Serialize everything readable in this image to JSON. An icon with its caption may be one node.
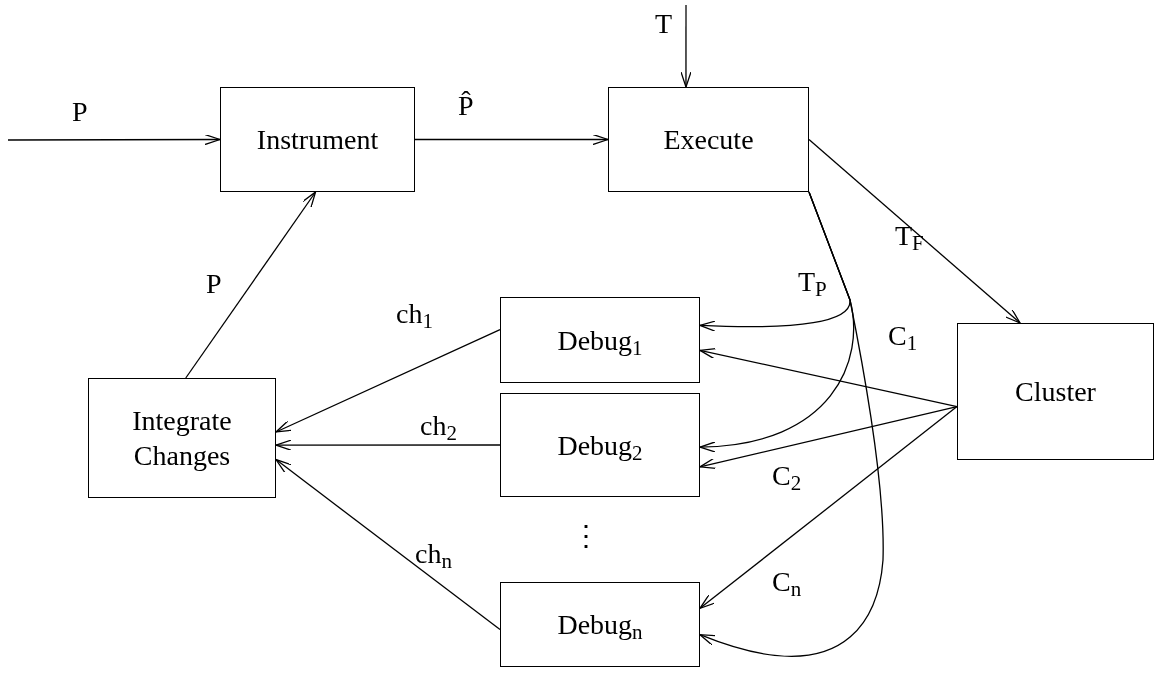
{
  "diagram": {
    "nodes": [
      {
        "text": [
          "Instrument"
        ]
      },
      {
        "text": [
          "Execute"
        ]
      },
      {
        "text": [
          "Debug$_{1}$"
        ]
      },
      {
        "text": [
          "Integrate Changes"
        ]
      },
      {
        "text": [
          "Debug$_{2}$"
        ]
      },
      {
        "text": [
          "Cluster"
        ]
      },
      {
        "text": [
          "Debug$_{n}$"
        ]
      }
    ],
    "edges": [
      {
        "from": null,
        "to": 0,
        "arrow": "to",
        "label": "P"
      },
      {
        "from": 0,
        "to": 1,
        "arrow": "to",
        "label": "P̂"
      },
      {
        "from": null,
        "to": 1,
        "arrow": "to",
        "label": "T"
      },
      {
        "from": 1,
        "to": 5,
        "arrow": "to",
        "label": "T$_{F}$"
      },
      {
        "from": 1,
        "to": 2,
        "arrow": "to",
        "label": "T$_{P}$"
      },
      {
        "from": 1,
        "to": 4,
        "arrow": "to"
      },
      {
        "from": 1,
        "to": 6,
        "arrow": "to"
      },
      {
        "from": 5,
        "to": 2,
        "arrow": "to",
        "label": "C$_{1}$"
      },
      {
        "from": 5,
        "to": 4,
        "arrow": "to",
        "label": "C$_{2}$"
      },
      {
        "from": 5,
        "to": 6,
        "arrow": "to",
        "label": "C$_{n}$"
      },
      {
        "from": 2,
        "to": 3,
        "arrow": "to",
        "label": "ch$_{1}$"
      },
      {
        "from": 4,
        "to": 3,
        "arrow": "to",
        "label": "ch$_{2}$"
      },
      {
        "from": 6,
        "to": 3,
        "arrow": "to",
        "label": "ch$_{n}$"
      },
      {
        "from": 3,
        "to": 0,
        "arrow": "to",
        "label": "P"
      }
    ],
    "labels": [
      "⋮"
    ]
  }
}
